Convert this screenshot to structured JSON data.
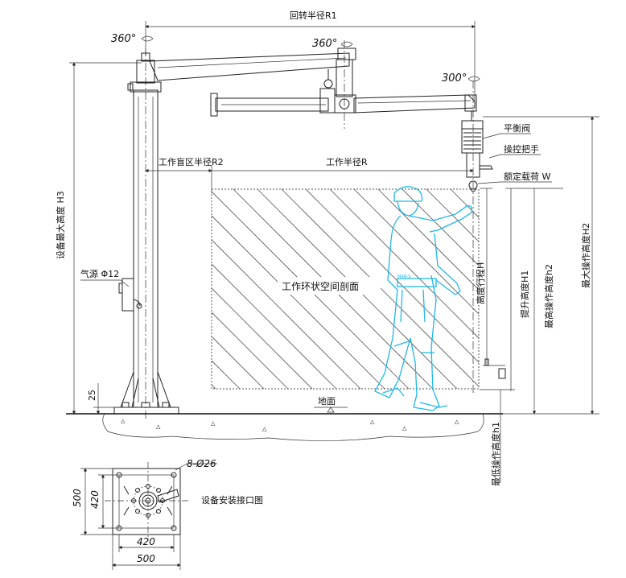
{
  "labels": {
    "rotation_radius_r1": "回转半径R1",
    "rot_a": "360°",
    "rot_b": "360°",
    "rot_c": "300°",
    "balance_valve": "平衡阀",
    "control_handle": "操控把手",
    "rated_load": "额定载荷 W",
    "blind_zone_radius": "工作盲区半径R2",
    "working_radius": "工作半径R",
    "max_height": "设备最大高度 H3",
    "air_source": "气源 Φ12",
    "ring_section": "工作环状空间剖面",
    "stroke_h": "高度行程H",
    "lift_h1": "提升高度H1",
    "max_work_h2": "最高操作高度h2",
    "max_lift_h2": "最大操作高度H2",
    "base_25": "25",
    "ground": "地面",
    "min_h1": "最低操作高度h1",
    "holes": "8-Ø26",
    "mount_plan": "设备安装接口图",
    "dim_500_v": "500",
    "dim_420_v": "420",
    "dim_420_h": "420",
    "dim_500_h": "500",
    "badge": "MAN-S"
  },
  "colors": {
    "line": "#222222",
    "figure": "#1fb8e6"
  }
}
